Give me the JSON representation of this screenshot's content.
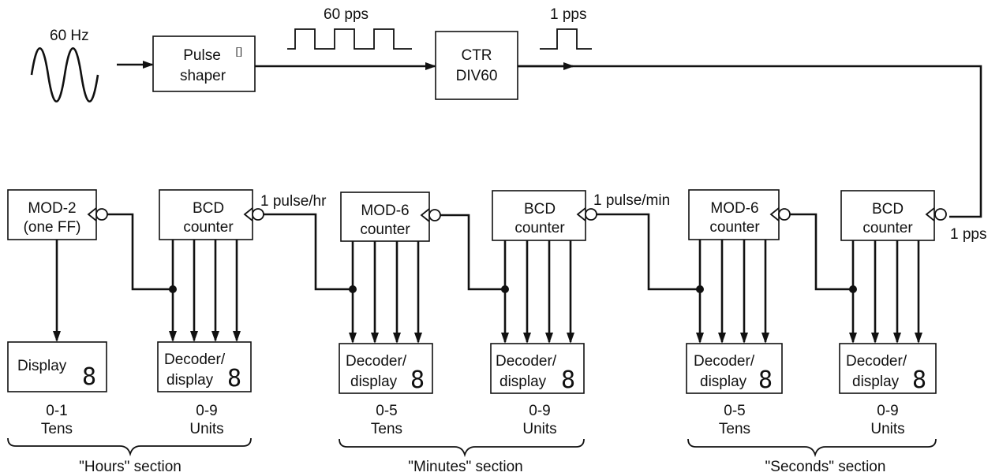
{
  "input": {
    "frequency_label": "60 Hz"
  },
  "pulse_shaper": {
    "line1": "Pulse",
    "line2": "shaper",
    "symbol": "⌷"
  },
  "pps60_label": "60 pps",
  "pps1_label": "1 pps",
  "ctr": {
    "line1": "CTR",
    "line2": "DIV60"
  },
  "counters": {
    "hours_tens": {
      "line1": "MOD-2",
      "line2": "(one FF)"
    },
    "hours_units": {
      "line1": "BCD",
      "line2": "counter"
    },
    "minutes_tens": {
      "line1": "MOD-6",
      "line2": "counter"
    },
    "minutes_units": {
      "line1": "BCD",
      "line2": "counter"
    },
    "seconds_tens": {
      "line1": "MOD-6",
      "line2": "counter"
    },
    "seconds_units": {
      "line1": "BCD",
      "line2": "counter"
    }
  },
  "pulse_labels": {
    "per_hour": "1 pulse/hr",
    "per_min": "1 pulse/min",
    "input_1pps": "1 pps"
  },
  "displays": {
    "hours_tens": {
      "line1": "Display",
      "line2": "",
      "digit": "8",
      "range": "0-1",
      "role": "Tens"
    },
    "hours_units": {
      "line1": "Decoder/",
      "line2": "display",
      "digit": "8",
      "range": "0-9",
      "role": "Units"
    },
    "minutes_tens": {
      "line1": "Decoder/",
      "line2": "display",
      "digit": "8",
      "range": "0-5",
      "role": "Tens"
    },
    "minutes_units": {
      "line1": "Decoder/",
      "line2": "display",
      "digit": "8",
      "range": "0-9",
      "role": "Units"
    },
    "seconds_tens": {
      "line1": "Decoder/",
      "line2": "display",
      "digit": "8",
      "range": "0-5",
      "role": "Tens"
    },
    "seconds_units": {
      "line1": "Decoder/",
      "line2": "display",
      "digit": "8",
      "range": "0-9",
      "role": "Units"
    }
  },
  "sections": {
    "hours": "\"Hours\" section",
    "minutes": "\"Minutes\" section",
    "seconds": "\"Seconds\" section"
  },
  "colors": {
    "ink": "#111111",
    "background": "#ffffff"
  }
}
